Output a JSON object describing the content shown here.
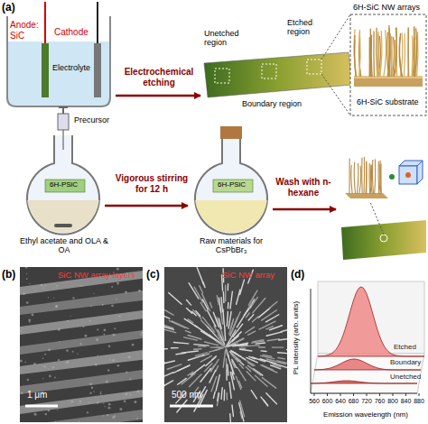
{
  "diagram": {
    "labels": [
      "(a)",
      "Anode: SiC",
      "Cathode",
      "Electrolyte",
      "Electrochemical etching",
      "Unetched region",
      "Etched region",
      "Boundary region",
      "6H-SiC NW arrays",
      "6H-SiC substrate",
      "Precursor",
      "6H-PSiC",
      "Ethyl acetate and OLA & OA",
      "Vigorous stirring for 12 h",
      "6H-PSiC",
      "Raw materials for CsPbBr₃",
      "Wash with n-hexane",
      "(b)",
      "SiC NW array layers",
      "1 μm",
      "(c)",
      "SiC NW array",
      "500 nm",
      "(d)",
      "PL intensity (arb. units)",
      "Etched",
      "Boundary",
      "Unetched",
      "560",
      "600",
      "640",
      "680",
      "720",
      "760",
      "800",
      "840",
      "880",
      "Emission wavelength (nm)"
    ]
  }
}
